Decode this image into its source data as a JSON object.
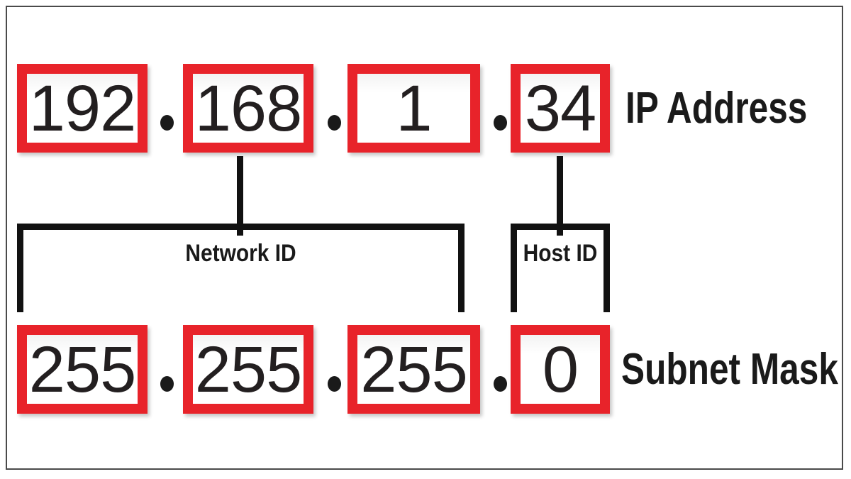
{
  "diagram": {
    "title": "IP Address and Subnet Mask structure",
    "accent_color": "#E8232A",
    "line_color": "#111111",
    "text_color": "#1a1a1a",
    "background": "#ffffff"
  },
  "rows": {
    "ip": {
      "caption": "IP Address",
      "separator": ".",
      "octets": [
        {
          "value": "192"
        },
        {
          "value": "168"
        },
        {
          "value": "1"
        },
        {
          "value": "34"
        }
      ]
    },
    "mask": {
      "caption": "Subnet Mask",
      "separator": ".",
      "octets": [
        {
          "value": "255"
        },
        {
          "value": "255"
        },
        {
          "value": "255"
        },
        {
          "value": "0"
        }
      ]
    }
  },
  "brackets": [
    {
      "id": "network",
      "label": "Network ID"
    },
    {
      "id": "host",
      "label": "Host ID"
    }
  ]
}
